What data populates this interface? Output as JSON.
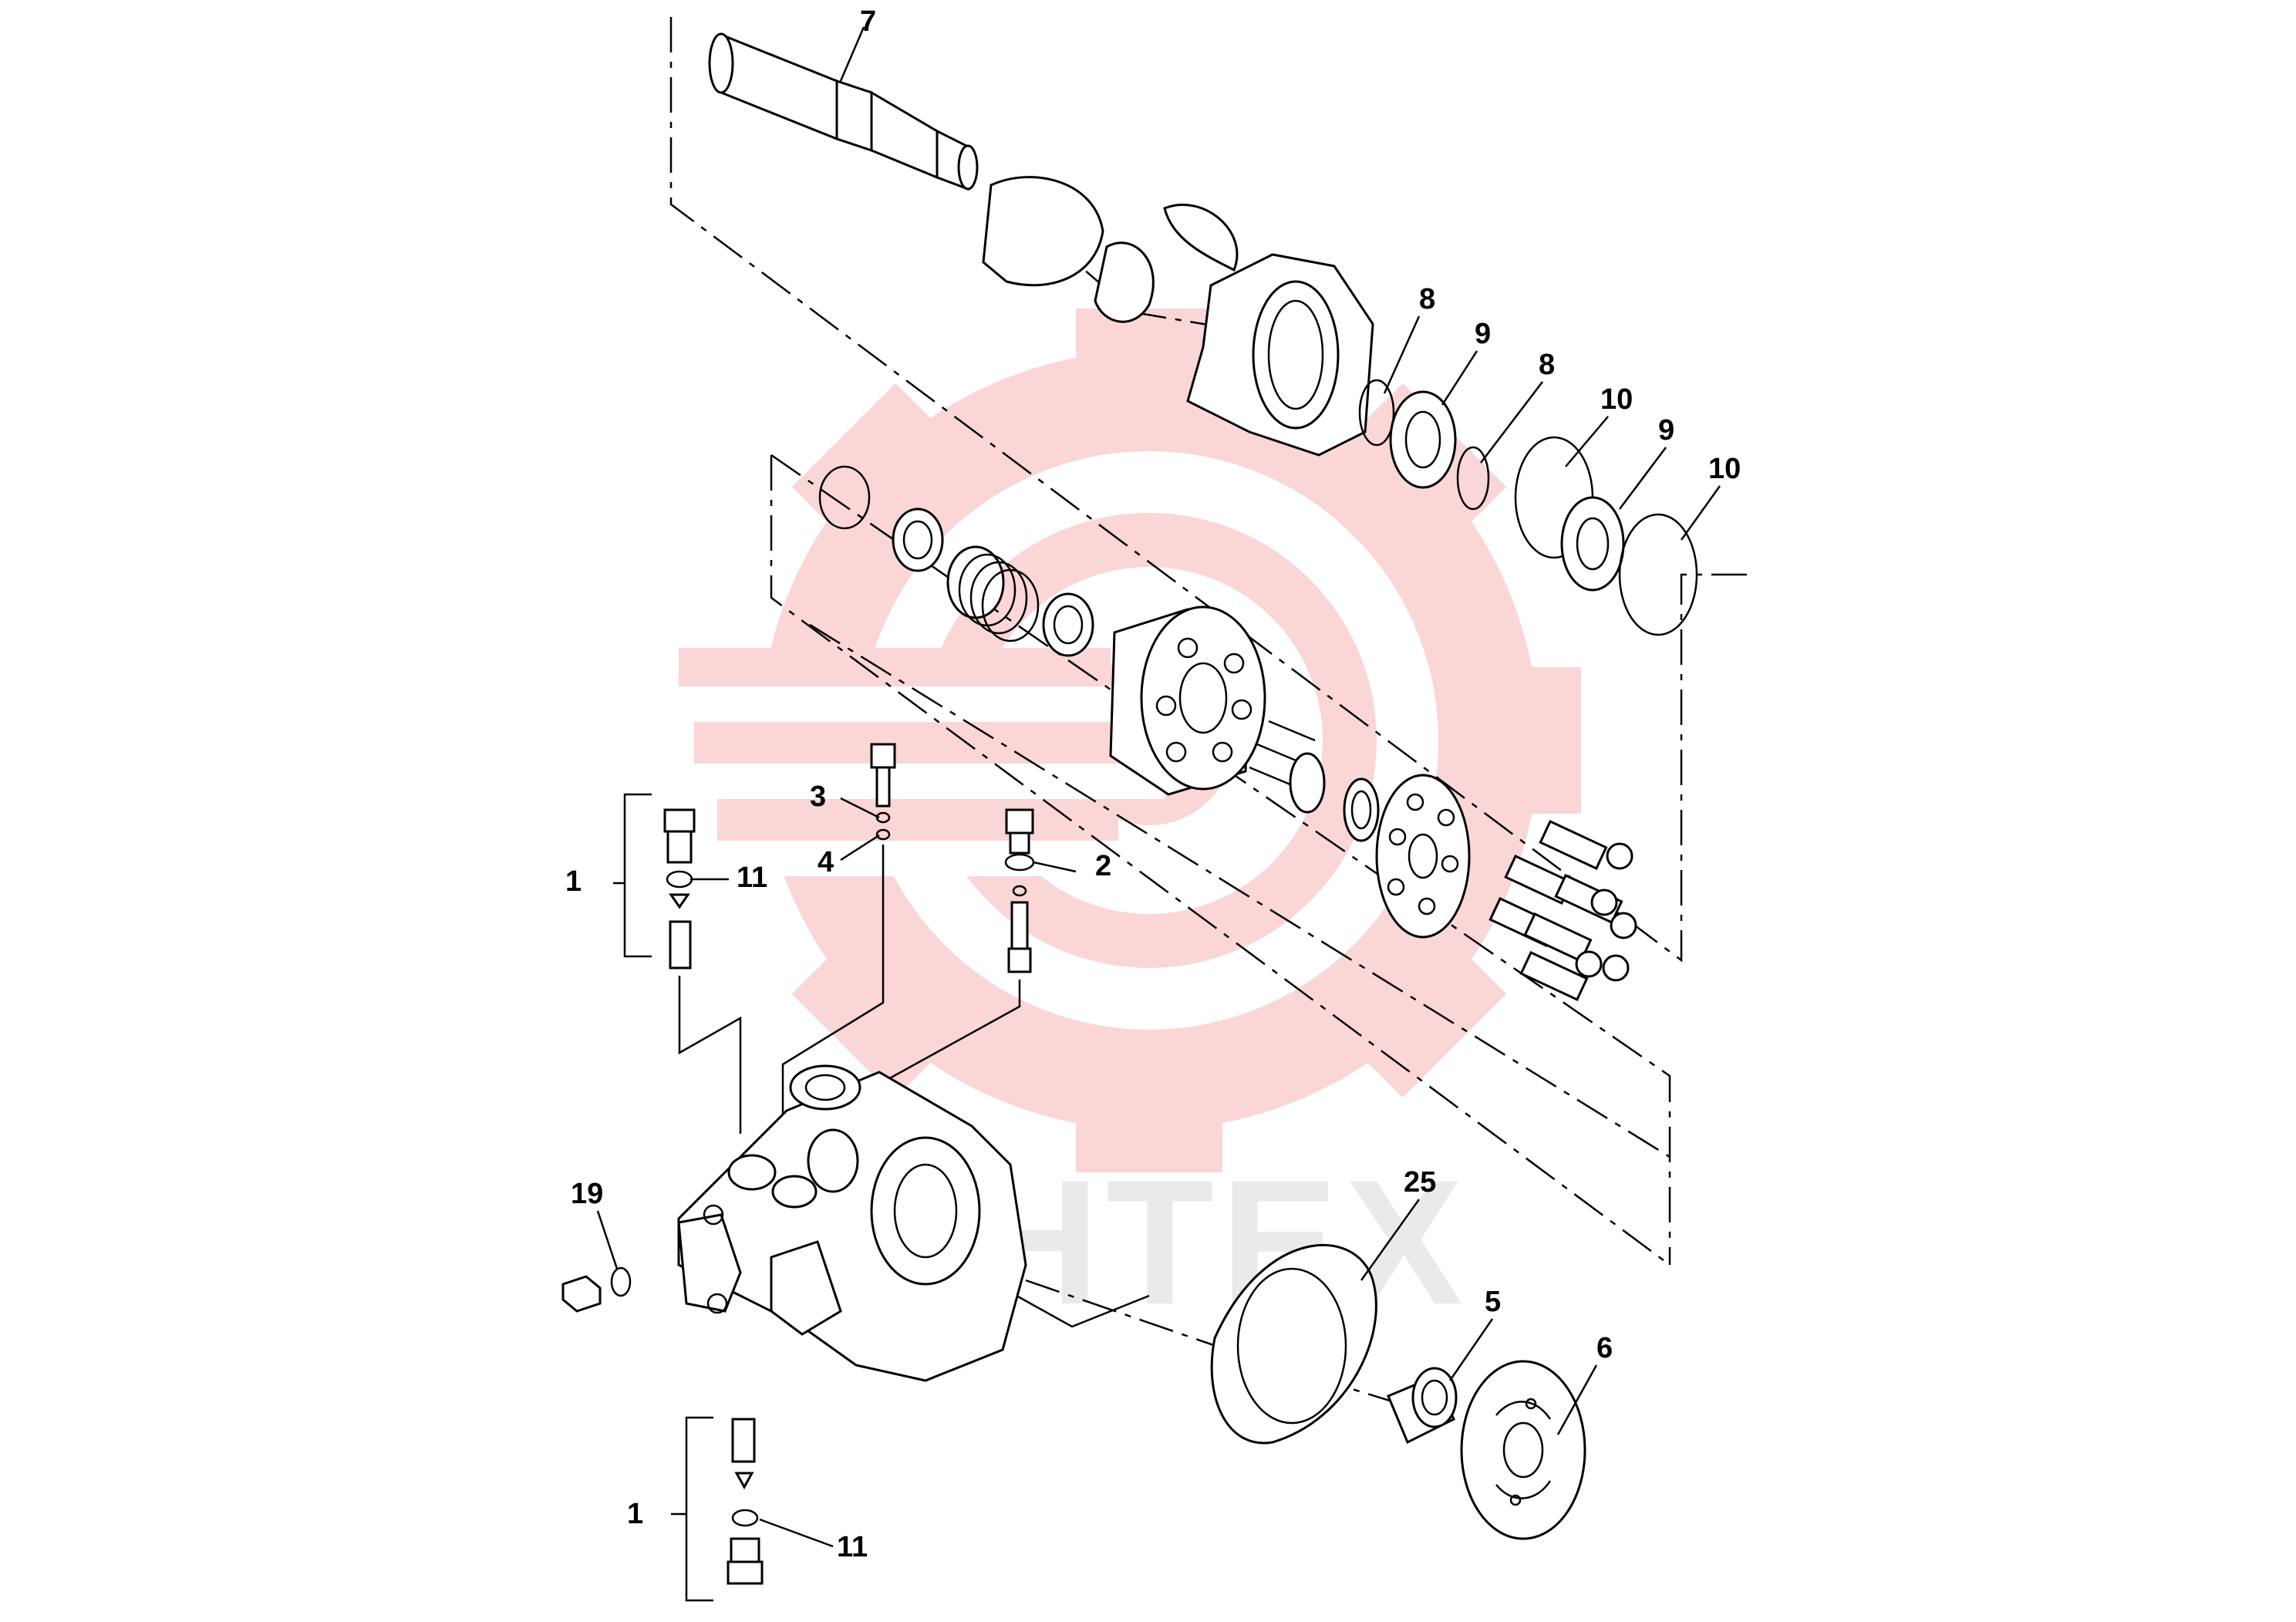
{
  "watermark": {
    "text": "MHTEX",
    "logo_color": "#f4a3a3"
  },
  "callouts": [
    {
      "id": "c7",
      "label": "7"
    },
    {
      "id": "c8a",
      "label": "8"
    },
    {
      "id": "c9a",
      "label": "9"
    },
    {
      "id": "c8b",
      "label": "8"
    },
    {
      "id": "c10a",
      "label": "10"
    },
    {
      "id": "c9b",
      "label": "9"
    },
    {
      "id": "c10b",
      "label": "10"
    },
    {
      "id": "c3",
      "label": "3"
    },
    {
      "id": "c4",
      "label": "4"
    },
    {
      "id": "c2",
      "label": "2"
    },
    {
      "id": "c1a",
      "label": "1"
    },
    {
      "id": "c11a",
      "label": "11"
    },
    {
      "id": "c19",
      "label": "19"
    },
    {
      "id": "c25",
      "label": "25"
    },
    {
      "id": "c5",
      "label": "5"
    },
    {
      "id": "c6",
      "label": "6"
    },
    {
      "id": "c1b",
      "label": "1"
    },
    {
      "id": "c11b",
      "label": "11"
    }
  ]
}
